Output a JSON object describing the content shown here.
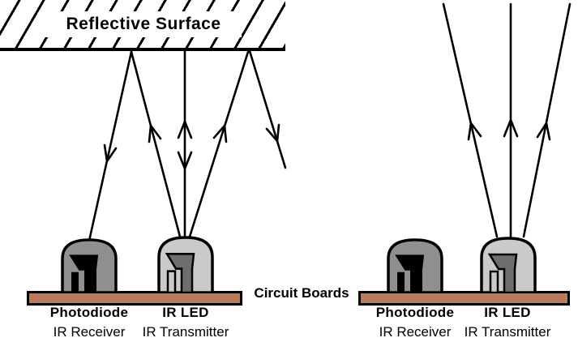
{
  "colors": {
    "bg": "#ffffff",
    "ink": "#000000",
    "board": "#b87c5c",
    "pdBody": "#8f8f8f",
    "ledBody": "#cacaca",
    "ledDie": "#6e6e6e"
  },
  "board_label": "Circuit Boards",
  "panels": {
    "with_surface": {
      "surface_label": "Reflective Surface",
      "photodiode": {
        "title": "Photodiode",
        "subtitle": "IR Receiver"
      },
      "led": {
        "title": "IR LED",
        "subtitle": "IR Transmitter"
      }
    },
    "without_surface": {
      "photodiode": {
        "title": "Photodiode",
        "subtitle": "IR Receiver"
      },
      "led": {
        "title": "IR LED",
        "subtitle": "IR Transmitter"
      }
    }
  }
}
